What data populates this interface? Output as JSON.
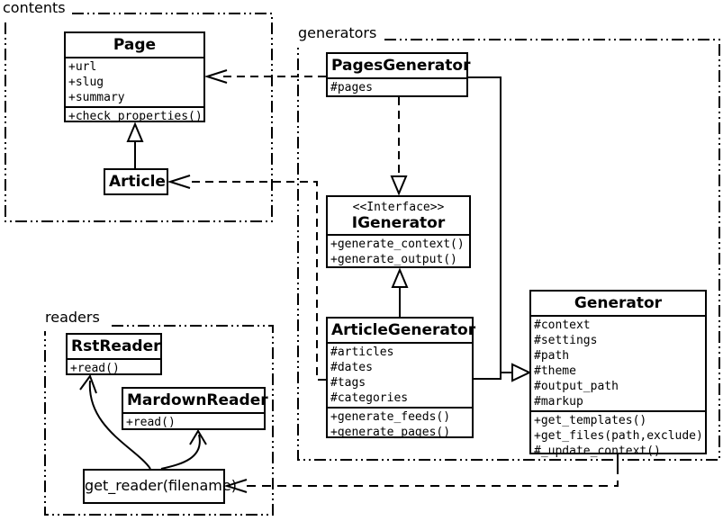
{
  "packages": {
    "contents": {
      "label": "contents"
    },
    "generators": {
      "label": "generators"
    },
    "readers": {
      "label": "readers"
    }
  },
  "classes": {
    "page": {
      "title": "Page",
      "attributes": [
        "+url",
        "+slug",
        "+summary"
      ],
      "methods": [
        "+check_properties()"
      ]
    },
    "article": {
      "title": "Article"
    },
    "pages_generator": {
      "title": "PagesGenerator",
      "attributes": [
        "#pages"
      ]
    },
    "igenerator": {
      "stereotype": "<<Interface>>",
      "title": "IGenerator",
      "methods": [
        "+generate_context()",
        "+generate_output()"
      ]
    },
    "article_generator": {
      "title": "ArticleGenerator",
      "attributes": [
        "#articles",
        "#dates",
        "#tags",
        "#categories"
      ],
      "methods": [
        "+generate_feeds()",
        "+generate_pages()"
      ]
    },
    "generator": {
      "title": "Generator",
      "attributes": [
        "#context",
        "#settings",
        "#path",
        "#theme",
        "#output_path",
        "#markup"
      ],
      "methods": [
        "+get_templates()",
        "+get_files(path,exclude)",
        "#_update_context()"
      ]
    },
    "rst_reader": {
      "title": "RstReader",
      "methods": [
        "+read()"
      ]
    },
    "markdown_reader": {
      "title": "MardownReader",
      "methods": [
        "+read()"
      ]
    },
    "get_reader": {
      "label": "get_reader(filename)"
    }
  },
  "relationships": [
    {
      "from": "Article",
      "to": "Page",
      "type": "generalization"
    },
    {
      "from": "PagesGenerator",
      "to": "Page",
      "type": "dependency"
    },
    {
      "from": "PagesGenerator",
      "to": "IGenerator",
      "type": "realization"
    },
    {
      "from": "ArticleGenerator",
      "to": "IGenerator",
      "type": "generalization"
    },
    {
      "from": "ArticleGenerator",
      "to": "Article",
      "type": "dependency"
    },
    {
      "from": "PagesGenerator",
      "to": "Generator",
      "type": "generalization"
    },
    {
      "from": "ArticleGenerator",
      "to": "Generator",
      "type": "generalization"
    },
    {
      "from": "Generator",
      "to": "get_reader(filename)",
      "type": "dependency"
    },
    {
      "from": "get_reader(filename)",
      "to": "RstReader",
      "type": "arrow"
    },
    {
      "from": "get_reader(filename)",
      "to": "MardownReader",
      "type": "arrow"
    }
  ],
  "colors": {
    "line": "#000000",
    "background": "#ffffff"
  }
}
